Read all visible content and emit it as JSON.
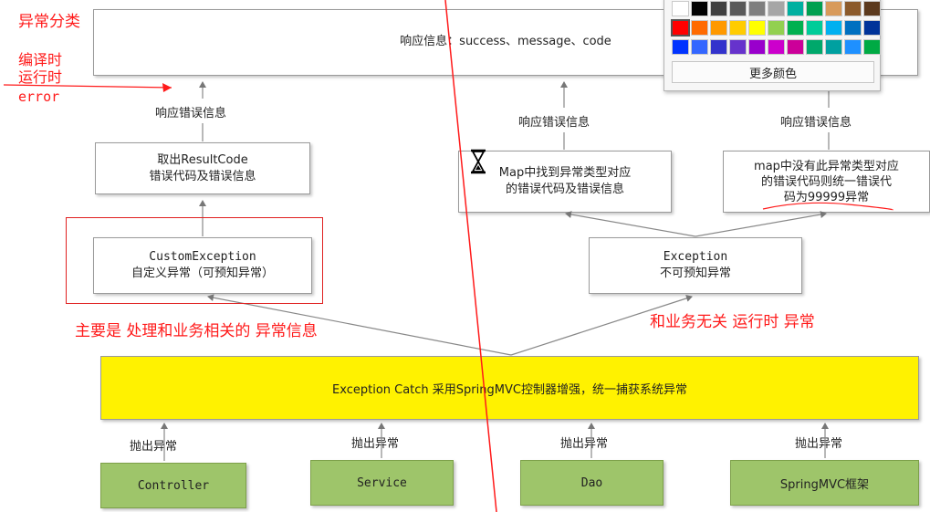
{
  "response_info": "响应信息：success、message、code",
  "response_error_label": "响应错误信息",
  "throw_label": "抛出异常",
  "boxes": {
    "result_code": [
      "取出ResultCode",
      "错误代码及错误信息"
    ],
    "custom_exception": [
      "CustomException",
      "自定义异常（可预知异常）"
    ],
    "map_found": [
      "Map中找到异常类型对应",
      "的错误代码及错误信息"
    ],
    "map_not_found": [
      "map中没有此异常类型对应",
      "的错误代码则统一错误代",
      "码为99999异常"
    ],
    "exception": [
      "Exception",
      "不可预知异常"
    ]
  },
  "catch_box": "Exception Catch 采用SpringMVC控制器增强，统一捕获系统异常",
  "sources": [
    "Controller",
    "Service",
    "Dao",
    "SpringMVC框架"
  ],
  "annotations": {
    "category_title": "异常分类",
    "compile_time": "编译时",
    "runtime": "运行时",
    "error": "error",
    "business_note": "主要是 处理和业务相关的 异常信息",
    "non_business_note": "和业务无关 运行时 异常"
  },
  "color_picker": {
    "more_colors": "更多颜色",
    "rows": [
      [
        "#ffffff",
        "#000000",
        "#404040",
        "#595959",
        "#7f7f7f",
        "#a6a6a6",
        "#00b0a0",
        "#00a050",
        "#d89a5a",
        "#8b5a2b",
        "#5c3a1e"
      ],
      [
        "#ff0000",
        "#ff6a00",
        "#ff9900",
        "#ffcc00",
        "#ffff00",
        "#92d050",
        "#00b050",
        "#00cc99",
        "#00b0f0",
        "#0070c0",
        "#003399"
      ],
      [
        "#0033ff",
        "#3366ff",
        "#3333cc",
        "#6633cc",
        "#9900cc",
        "#cc00cc",
        "#cc0099",
        "#00a86b",
        "#00a0a0",
        "#1e90ff",
        "#00aa44"
      ]
    ],
    "selected": "#ff0000"
  },
  "colors": {
    "yellow": "#fff200",
    "green": "#9ec56a",
    "annotation_red": "#ff1a1a"
  }
}
